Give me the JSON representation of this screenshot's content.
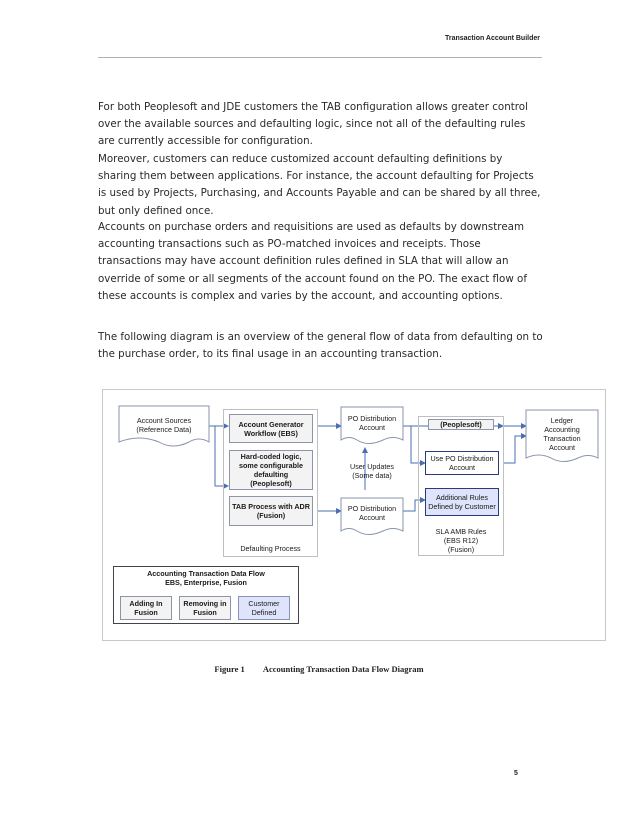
{
  "header": {
    "title": "Transaction Account Builder"
  },
  "paragraphs": [
    "For both Peoplesoft and JDE customers the TAB configuration allows greater control over the available sources and defaulting logic, since not all of the defaulting rules are currently accessible for configuration.",
    "Moreover, customers can reduce customized account defaulting definitions by sharing them between applications.   For instance, the account defaulting for Projects is used by Projects, Purchasing, and Accounts Payable and can be shared by all three, but only defined once.",
    "Accounts on purchase orders and requisitions are used as defaults by downstream accounting transactions such as PO-matched invoices and receipts.  Those transactions may have account definition rules defined in SLA that will allow an override of some or all segments of the account found on the PO.  The exact flow of these accounts is complex and varies by the account, and accounting options.",
    "The following diagram is an overview of the general flow of data from defaulting on to the purchase order, to its final usage in an accounting transaction."
  ],
  "diagram": {
    "account_sources": "Account Sources\n(Reference Data)",
    "account_generator": "Account Generator\nWorkflow (EBS)",
    "hardcoded_logic": "Hard-coded logic,\nsome configurable\ndefaulting\n(Peoplesoft)",
    "tab_process": "TAB Process with ADR\n(Fusion)",
    "defaulting_process": "Defaulting Process",
    "po_dist_top": "PO Distribution\nAccount",
    "user_updates": "User Updates\n(Some data)",
    "po_dist_bottom": "PO Distribution\nAccount",
    "peoplesoft": "(Peoplesoft)",
    "use_po_dist": "Use PO Distribution\nAccount",
    "additional_rules": "Additional Rules\nDefined by Customer",
    "sla_amb": "SLA AMB Rules\n(EBS R12)\n(Fusion)",
    "ledger": "Ledger\nAccounting\nTransaction\nAccount",
    "legend_title": "Accounting Transaction Data Flow\nEBS, Enterprise,  Fusion",
    "legend_adding": "Adding In\nFusion",
    "legend_removing": "Removing in\nFusion",
    "legend_customer": "Customer\nDefined"
  },
  "figure": {
    "number": "Figure 1",
    "caption": "Accounting Transaction Data Flow Diagram"
  },
  "page_number": "5"
}
